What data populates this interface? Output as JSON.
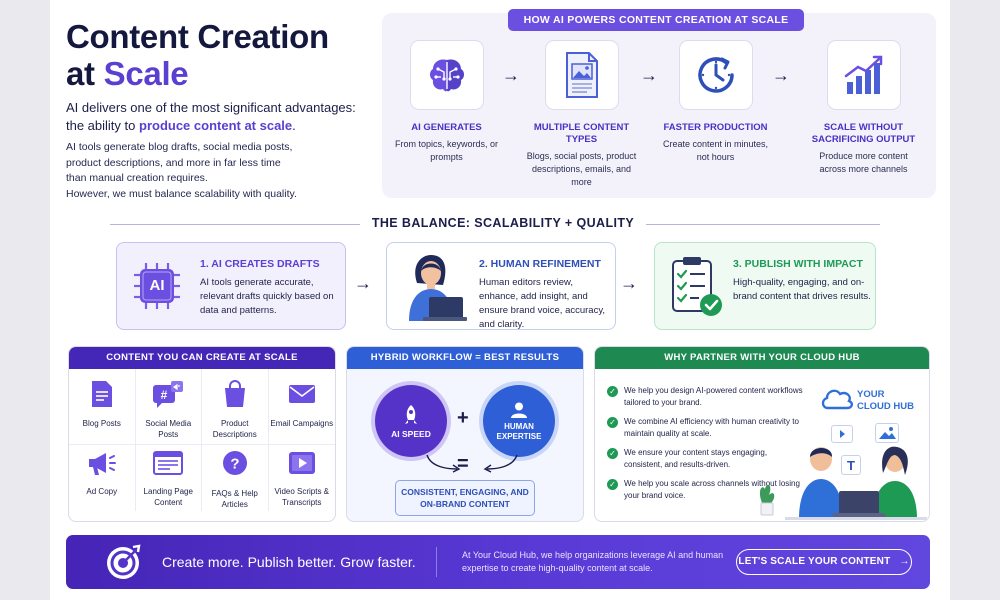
{
  "hero": {
    "title_line1": "Content Creation",
    "title_line2_prefix": "at ",
    "title_line2_accent": "Scale",
    "lead_prefix": "AI delivers one of the most significant advantages: the ability to ",
    "lead_highlight": "produce content at scale",
    "lead_suffix": ".",
    "body": [
      "AI tools generate blog drafts, social media posts,",
      "product descriptions, and more in far less time",
      "than manual creation requires.",
      "However, we must balance scalability with quality."
    ]
  },
  "how": {
    "title": "HOW AI POWERS CONTENT CREATION AT SCALE",
    "steps": [
      {
        "icon": "brain-icon",
        "label": "AI GENERATES",
        "desc": "From topics, keywords, or prompts"
      },
      {
        "icon": "document-image-icon",
        "label": "MULTIPLE CONTENT TYPES",
        "desc": "Blogs, social posts, product descriptions, emails, and more"
      },
      {
        "icon": "clock-icon",
        "label": "FASTER PRODUCTION",
        "desc": "Create content in minutes, not hours"
      },
      {
        "icon": "growth-chart-icon",
        "label": "SCALE WITHOUT SACRIFICING OUTPUT",
        "desc": "Produce more content across more channels"
      }
    ]
  },
  "balance": {
    "title": "THE BALANCE: SCALABILITY + QUALITY",
    "steps": [
      {
        "icon": "ai-chip-icon",
        "chip_text": "AI",
        "title": "1. AI CREATES DRAFTS",
        "desc": "AI tools generate accurate, relevant drafts quickly based on data and patterns."
      },
      {
        "icon": "editor-person-icon",
        "title": "2. HUMAN REFINEMENT",
        "desc": "Human editors review, enhance, add insight, and ensure brand voice, accuracy, and clarity."
      },
      {
        "icon": "checklist-icon",
        "title": "3. PUBLISH WITH IMPACT",
        "desc": "High-quality, engaging, and on-brand content that drives results."
      }
    ]
  },
  "content_types": {
    "title": "CONTENT YOU CAN CREATE AT SCALE",
    "items": [
      {
        "icon": "blog-post-icon",
        "label": "Blog Posts"
      },
      {
        "icon": "social-media-icon",
        "label": "Social Media Posts"
      },
      {
        "icon": "shopping-bag-icon",
        "label": "Product Descriptions"
      },
      {
        "icon": "email-icon",
        "label": "Email Campaigns"
      },
      {
        "icon": "megaphone-icon",
        "label": "Ad Copy"
      },
      {
        "icon": "landing-page-icon",
        "label": "Landing Page Content"
      },
      {
        "icon": "faq-icon",
        "label": "FAQs & Help Articles"
      },
      {
        "icon": "video-icon",
        "label": "Video Scripts & Transcripts"
      }
    ]
  },
  "hybrid": {
    "title": "HYBRID WORKFLOW = BEST RESULTS",
    "ai_label": "AI SPEED",
    "human_label": "HUMAN EXPERTISE",
    "plus": "+",
    "equals": "=",
    "result": "CONSISTENT, ENGAGING, AND ON-BRAND CONTENT"
  },
  "why": {
    "title": "WHY PARTNER WITH YOUR CLOUD HUB",
    "items": [
      "We help you design AI-powered content workflows tailored to your brand.",
      "We combine AI efficiency with human creativity to maintain quality at scale.",
      "We ensure your content stays engaging, consistent, and results-driven.",
      "We help you scale across channels without losing your brand voice."
    ],
    "brand_line1": "YOUR",
    "brand_line2": "CLOUD HUB",
    "text_tile": "T"
  },
  "footer": {
    "cta": "Create more. Publish better. Grow faster.",
    "text": "At Your Cloud Hub, we help organizations leverage AI and human expertise to create high-quality content at scale.",
    "button": "LET'S SCALE YOUR CONTENT"
  },
  "colors": {
    "purple": "#5b3fd1",
    "blue": "#2f5fd6",
    "green": "#1e9a55",
    "navy": "#15183e"
  }
}
